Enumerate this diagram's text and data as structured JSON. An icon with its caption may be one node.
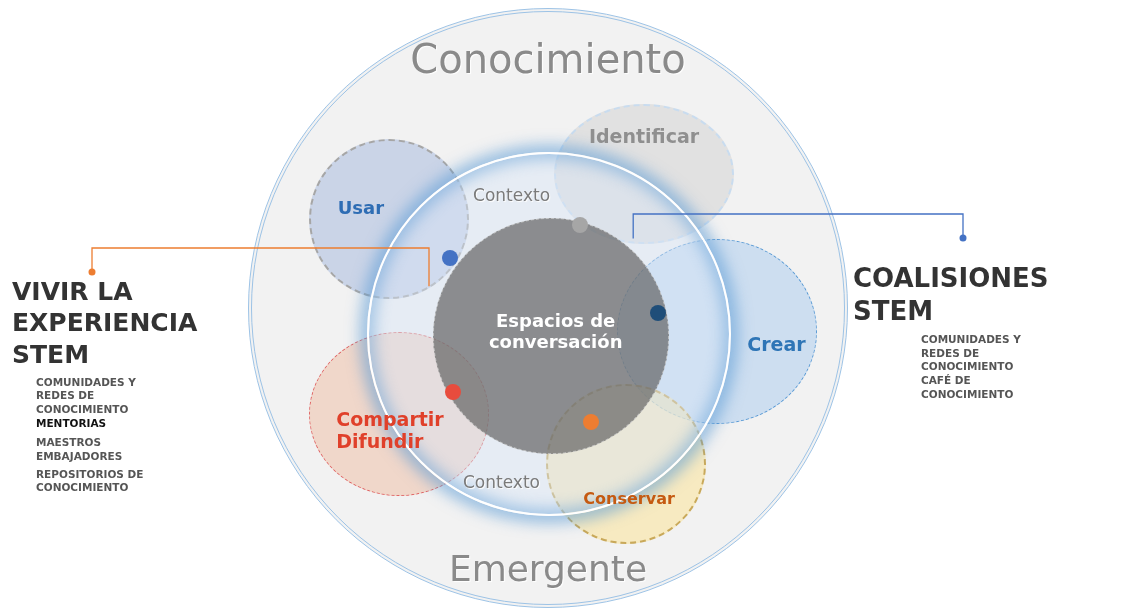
{
  "diagram": {
    "nodes": [
      {
        "text": [
          "Conocimiento",
          "Emergente"
        ]
      },
      {
        "text": [
          "Contexto",
          "Contexto"
        ],
        "in": 0
      },
      {
        "text": [
          "Espacios de conversación"
        ],
        "in": 1
      },
      {
        "text": [
          "Identificar"
        ],
        "in": 0
      },
      {
        "text": [
          "Usar"
        ],
        "in": 0
      },
      {
        "text": [
          "Crear"
        ],
        "in": 0
      },
      {
        "text": [
          "Compartir Difundir"
        ],
        "in": 0
      },
      {
        "text": [
          "Conservar"
        ],
        "in": 0
      },
      {
        "text": [
          "VIVIR LA EXPERIENCIA STEM",
          "COMUNIDADES Y REDES DE CONOCIMIENTO",
          "MENTORIAS",
          "MAESTROS EMBAJADORES",
          "REPOSITORIOS DE CONOCIMIENTO"
        ]
      },
      {
        "text": [
          "COALISIONES STEM",
          "COMUNIDADES Y REDES DE CONOCIMIENTO",
          "CAFÉ DE CONOCIMIENTO"
        ]
      }
    ],
    "edges": [
      {
        "from": 8,
        "to": 4,
        "arrow": "other",
        "color": "#ed7d31"
      },
      {
        "from": 9,
        "to": 3,
        "arrow": "other",
        "color": "#4472c4"
      }
    ]
  }
}
